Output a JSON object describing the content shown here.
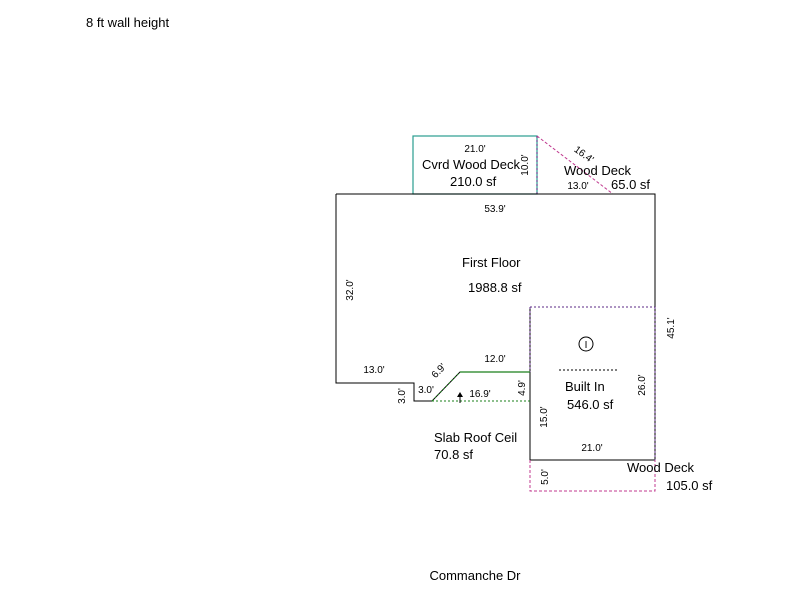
{
  "header": {
    "wall_height": "8 ft wall height"
  },
  "street": "Commanche Dr",
  "colors": {
    "outline": "#000000",
    "covered_deck": "#2a9d8f",
    "wood_deck": "#c0398f",
    "built_in": "#5b2a86",
    "slab": "#1a7f1a"
  },
  "areas": {
    "cvrd_wood_deck": {
      "name": "Cvrd Wood Deck",
      "area": "210.0 sf"
    },
    "wood_deck_top": {
      "name": "Wood Deck",
      "area": "65.0 sf"
    },
    "first_floor": {
      "name": "First Floor",
      "area": "1988.8 sf"
    },
    "built_in": {
      "name": "Built In",
      "area": "546.0 sf",
      "marker": "I"
    },
    "slab_roof_ceil": {
      "name": "Slab Roof Ceil",
      "area": "70.8 sf"
    },
    "wood_deck_bottom": {
      "name": "Wood Deck",
      "area": "105.0 sf"
    }
  },
  "dimensions": {
    "cvrd_top": "21.0'",
    "cvrd_side": "10.0'",
    "deck_diag": "16.4'",
    "deck_bottom": "13.0'",
    "floor_top": "53.9'",
    "floor_left": "32.0'",
    "floor_right": "45.1'",
    "notch_top": "13.0'",
    "notch_side": "3.0'",
    "notch_bottom": "3.0'",
    "diag": "6.9'",
    "slab_top": "12.0'",
    "slab_bottom": "16.9'",
    "slab_side": "4.9'",
    "built_left": "15.0'",
    "built_right": "26.0'",
    "built_bottom": "21.0'",
    "deck_bottom_side": "5.0'"
  }
}
